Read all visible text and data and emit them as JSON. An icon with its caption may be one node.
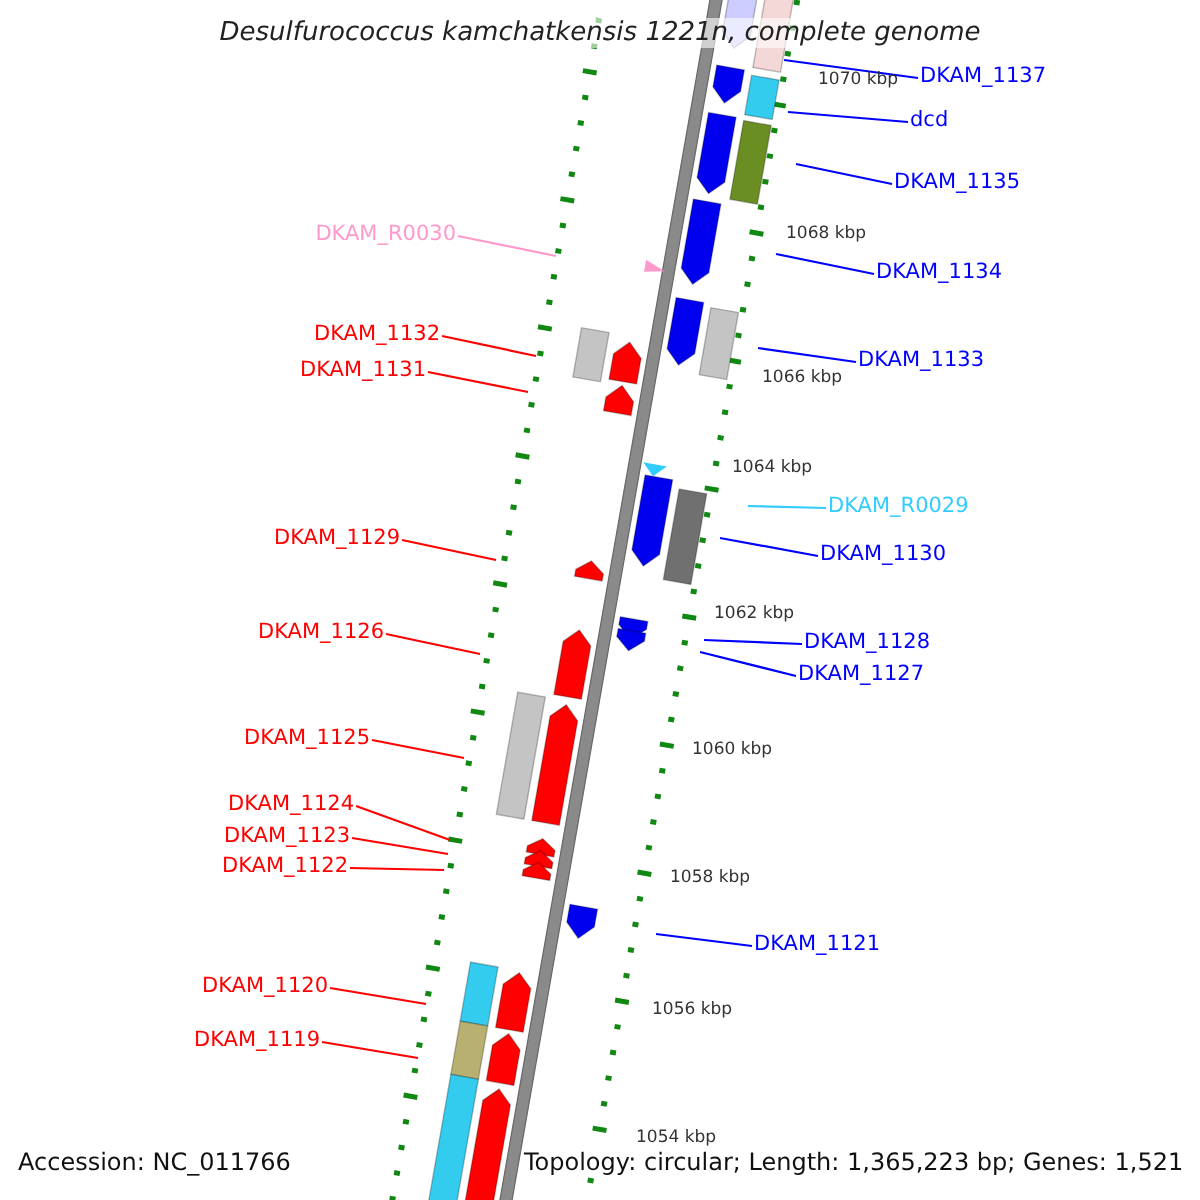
{
  "diagram": {
    "title": "Desulfurococcus kamchatkensis 1221n, complete genome",
    "nodes": [
      {
        "text": [
          "DKAM_1137"
        ]
      },
      {
        "text": [
          "dcd"
        ]
      },
      {
        "text": [
          "DKAM_1135"
        ]
      },
      {
        "text": [
          "DKAM_R0030"
        ]
      },
      {
        "text": [
          "DKAM_1134"
        ]
      },
      {
        "text": [
          "DKAM_1132"
        ]
      },
      {
        "text": [
          "DKAM_1133"
        ]
      },
      {
        "text": [
          "DKAM_1131"
        ]
      },
      {
        "text": [
          "DKAM_R0029"
        ]
      },
      {
        "text": [
          "DKAM_1129"
        ]
      },
      {
        "text": [
          "DKAM_1130"
        ]
      },
      {
        "text": [
          "DKAM_1126"
        ]
      },
      {
        "text": [
          "DKAM_1128"
        ]
      },
      {
        "text": [
          "DKAM_1127"
        ]
      },
      {
        "text": [
          "DKAM_1125"
        ]
      },
      {
        "text": [
          "DKAM_1124"
        ]
      },
      {
        "text": [
          "DKAM_1123"
        ]
      },
      {
        "text": [
          "DKAM_1122"
        ]
      },
      {
        "text": [
          "DKAM_1121"
        ]
      },
      {
        "text": [
          "DKAM_1120"
        ]
      },
      {
        "text": [
          "DKAM_1119"
        ]
      }
    ],
    "edges": [
      {
        "from": 0,
        "to": null,
        "arrow": "none",
        "color": "#0000ff"
      },
      {
        "from": 1,
        "to": null,
        "arrow": "none",
        "color": "#0000ff"
      },
      {
        "from": 2,
        "to": null,
        "arrow": "none",
        "color": "#0000ff"
      },
      {
        "from": 3,
        "to": null,
        "arrow": "none",
        "color": "#ff99cc"
      },
      {
        "from": 4,
        "to": null,
        "arrow": "none",
        "color": "#0000ff"
      },
      {
        "from": 5,
        "to": null,
        "arrow": "none"
      },
      {
        "from": 6,
        "to": null,
        "arrow": "none",
        "color": "#0000ff"
      },
      {
        "from": 7,
        "to": null,
        "arrow": "none"
      },
      {
        "from": 8,
        "to": null,
        "arrow": "none",
        "color": "#33ccff"
      },
      {
        "from": 9,
        "to": null,
        "arrow": "none"
      },
      {
        "from": 10,
        "to": null,
        "arrow": "none",
        "color": "#0000ff"
      },
      {
        "from": 11,
        "to": null,
        "arrow": "none"
      },
      {
        "from": 12,
        "to": null,
        "arrow": "none",
        "color": "#0000ff"
      },
      {
        "from": 13,
        "to": null,
        "arrow": "none",
        "color": "#0000ff"
      },
      {
        "from": 14,
        "to": null,
        "arrow": "none"
      },
      {
        "from": 15,
        "to": null,
        "arrow": "none"
      },
      {
        "from": 16,
        "to": null,
        "arrow": "none"
      },
      {
        "from": 17,
        "to": null,
        "arrow": "none"
      },
      {
        "from": 18,
        "to": null,
        "arrow": "none",
        "color": "#0000ff"
      },
      {
        "from": 19,
        "to": null,
        "arrow": "none"
      },
      {
        "from": 20,
        "to": null,
        "arrow": "none"
      }
    ],
    "labels": [
      "1070 kbp",
      "1068 kbp",
      "1066 kbp",
      "1064 kbp",
      "1062 kbp",
      "1060 kbp",
      "1058 kbp",
      "1056 kbp",
      "1054 kbp",
      "Accession: NC_011766",
      "Topology: circular; Length: 1,365,223 bp; Genes: 1,521"
    ]
  }
}
